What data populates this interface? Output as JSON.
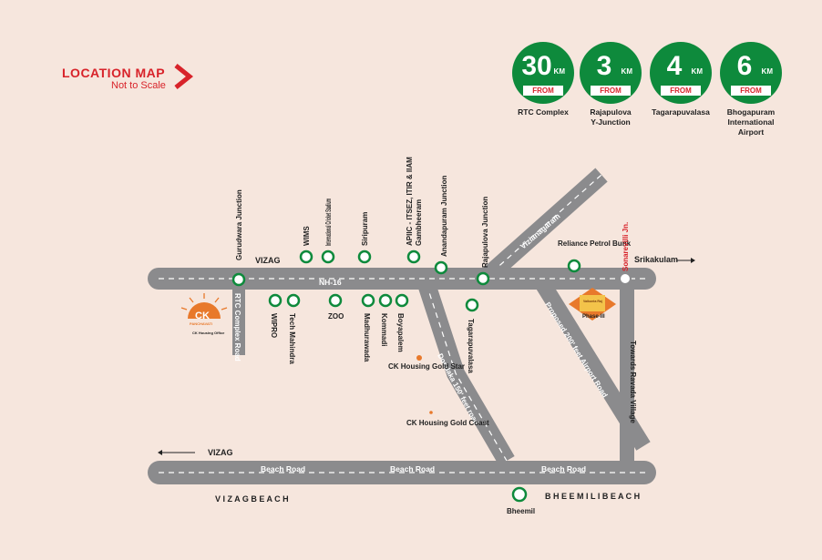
{
  "header": {
    "title": "LOCATION MAP",
    "subtitle": "Not to Scale"
  },
  "badges": [
    {
      "value": "30",
      "unit": "KM",
      "from": "FROM",
      "label": "RTC Complex"
    },
    {
      "value": "3",
      "unit": "KM",
      "from": "FROM",
      "label": "Rajapulova Y-Junction"
    },
    {
      "value": "4",
      "unit": "KM",
      "from": "FROM",
      "label": "Tagarapuvalasa"
    },
    {
      "value": "6",
      "unit": "KM",
      "from": "FROM",
      "label": "Bhogapuram International Airport"
    }
  ],
  "roads": {
    "nh16": "NH-16",
    "beach1": "Beach Road",
    "beach2": "Beach Road",
    "beach3": "Beach Road",
    "vizianagaram": "Vizianagaram",
    "dondaka": "Dondaka 150' feet road",
    "airport": "Proposed 200' feet Airport Road",
    "ravada": "Towards Ravada Village",
    "rtc": "RTC Complex Road"
  },
  "directions": {
    "vizag_top": "VIZAG",
    "srikakulam": "Srikakulam",
    "vizag_bottom": "VIZAG"
  },
  "beaches": {
    "vizag": "V I Z A G   B E A C H",
    "bheemili": "B H E E M I L I   B E A C H"
  },
  "landmarks": {
    "gurudwara": "Gurudwara Junction",
    "wims": "WIMS",
    "cricket": "International Cricket Stadium",
    "siripuram": "Siripuram",
    "apiic": "APIIC - ITSEZ, ITIR & IIAM",
    "gambheeram": "Gambheeram",
    "anandapuram": "Anandapuram Junction",
    "rajapulova": "Rajapulova Junction",
    "reliance": "Reliance Petrol Bunk",
    "sonarevilli": "Sonarevilli Jn.",
    "wipro": "WIPRO",
    "techm": "Tech Mahindra",
    "zoo": "ZOO",
    "madhurawada": "Madhurawada",
    "kommadi": "Kommadi",
    "boyapalem": "Boyapalem",
    "tagarapuvalasa": "Tagarapuvalasa",
    "bheemil": "Bheemil",
    "ck_goldstar": "CK Housing Gold Star",
    "ck_goldcoast": "CK Housing Gold Coast",
    "ck_office": "CK Housing Office",
    "ck_phase": "Phase-III"
  },
  "colors": {
    "background": "#f6e6dd",
    "road": "#8b8b8d",
    "marker": "#0e8a3c",
    "accent": "#d8232a",
    "ck_orange": "#e8792b"
  }
}
